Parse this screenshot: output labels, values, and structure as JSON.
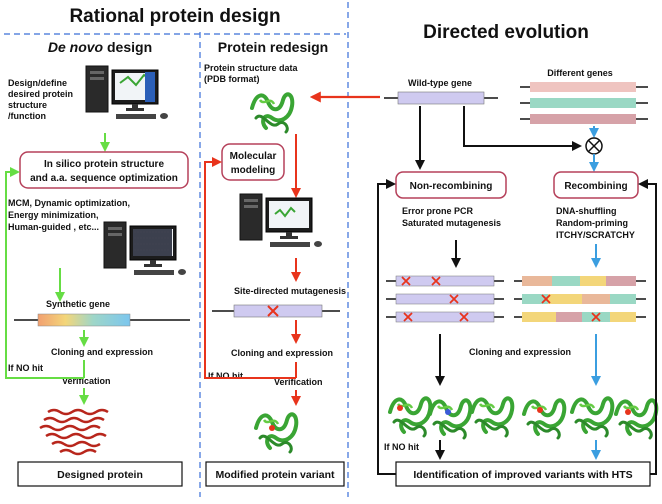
{
  "titles": {
    "rational": "Rational protein design",
    "denovo_italic": "De novo",
    "denovo_rest": " design",
    "redesign": "Protein redesign",
    "directed": "Directed evolution"
  },
  "denovo": {
    "define_lines": [
      "Design/define",
      "desired protein",
      "structure",
      "/function"
    ],
    "optimization_box": [
      "In silico protein structure",
      "and a.a. sequence optimization"
    ],
    "methods": [
      "MCM, Dynamic optimization,",
      "Energy minimization,",
      "Human-guided , etc..."
    ],
    "synthetic_gene": "Synthetic gene",
    "cloning": "Cloning and expression",
    "if_no_hit": "If NO hit",
    "verification": "Verification",
    "output": "Designed protein"
  },
  "redesign": {
    "pdb_lines": [
      "Protein structure data",
      "(PDB format)"
    ],
    "modeling_box": [
      "Molecular",
      "modeling"
    ],
    "site_directed": "Site-directed mutagenesis",
    "cloning": "Cloning and expression",
    "if_no_hit": "If NO hit",
    "verification": "Verification",
    "output": "Modified protein variant"
  },
  "directed": {
    "wild_type": "Wild-type gene",
    "different_genes": "Different genes",
    "nonrecomb_box": "Non-recombining",
    "recomb_box": "Recombining",
    "nonrecomb_methods": [
      "Error prone PCR",
      "Saturated mutagenesis"
    ],
    "recomb_methods": [
      "DNA-shuffling",
      "Random-priming",
      "ITCHY/SCRATCHY"
    ],
    "cloning": "Cloning and expression",
    "if_no_hit": "If NO hit",
    "output": "Identification of improved variants with HTS"
  },
  "colors": {
    "green": "#66dd44",
    "red": "#e8341c",
    "blue": "#3b9ee0",
    "black": "#111111",
    "box_border": "#b5405a",
    "divider": "#3a6fd8",
    "gene_fill": "#cfcaf0",
    "mutation": "#e8341c"
  },
  "icons": [
    "desktop-computer-icon",
    "protein-structure-icon",
    "dna-gene-icon",
    "recombination-circle-icon",
    "helix-bundle-icon"
  ]
}
